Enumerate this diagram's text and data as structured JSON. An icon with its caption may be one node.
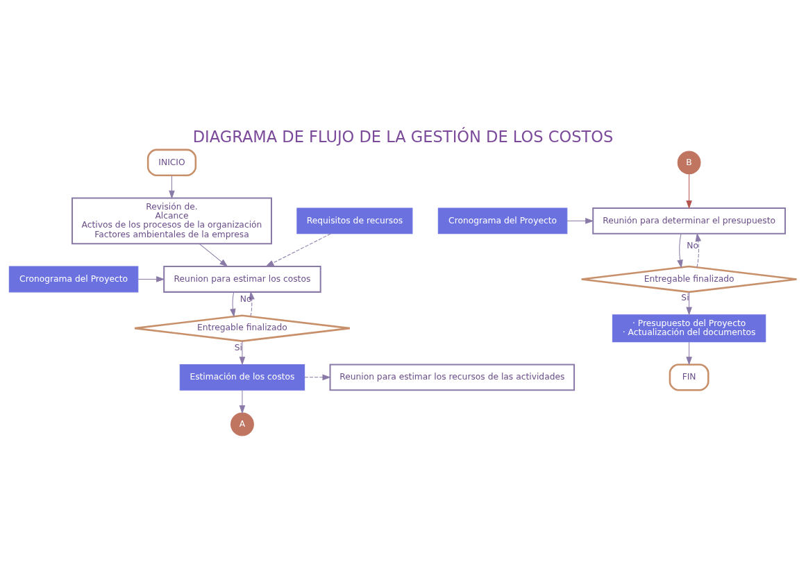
{
  "diagram": {
    "title": "DIAGRAMA DE FLUJO DE LA GESTIÓN DE LOS COSTOS",
    "nodes": [
      {
        "text": [
          "INICIO"
        ]
      },
      {
        "text": [
          "Revisión de.",
          "Alcance",
          "Activos de los procesos de la organización",
          "Factores ambientales de la empresa"
        ]
      },
      {
        "text": [
          "Cronograma del Proyecto"
        ]
      },
      {
        "text": [
          "Requisitos de recursos"
        ]
      },
      {
        "text": [
          "Reunion para estimar los costos"
        ]
      },
      {
        "text": [
          "Entregable finalizado"
        ]
      },
      {
        "text": [
          "Estimación de los costos"
        ]
      },
      {
        "text": [
          "Reunion para estimar los recursos de las actividades"
        ]
      },
      {
        "text": [
          "A"
        ]
      },
      {
        "text": [
          "B"
        ]
      },
      {
        "text": [
          "Cronograma del Proyecto"
        ]
      },
      {
        "text": [
          "Reunión para determinar el presupuesto"
        ]
      },
      {
        "text": [
          "Entregable finalizado"
        ]
      },
      {
        "text": [
          "· Presupuesto del Proyecto",
          "· Actualización del documentos"
        ]
      },
      {
        "text": [
          "FIN"
        ]
      }
    ],
    "edges": [
      {
        "from": 0,
        "to": 1,
        "arrow": "to"
      },
      {
        "from": 1,
        "to": 4,
        "arrow": "to"
      },
      {
        "from": 2,
        "to": 4,
        "arrow": "to"
      },
      {
        "from": 3,
        "to": 4,
        "arrow": "to",
        "style": "dashed"
      },
      {
        "from": 4,
        "to": 5,
        "arrow": "to"
      },
      {
        "from": 5,
        "to": 4,
        "arrow": "to",
        "label": "No",
        "style": "dashed"
      },
      {
        "from": 5,
        "to": 6,
        "arrow": "to",
        "label": "Si"
      },
      {
        "from": 6,
        "to": 7,
        "arrow": "to",
        "style": "dashed"
      },
      {
        "from": 6,
        "to": 8,
        "arrow": "to"
      },
      {
        "from": 9,
        "to": 11,
        "arrow": "to",
        "color": "#b5554f"
      },
      {
        "from": 10,
        "to": 11,
        "arrow": "to"
      },
      {
        "from": 11,
        "to": 12,
        "arrow": "to"
      },
      {
        "from": 12,
        "to": 11,
        "arrow": "to",
        "label": "No",
        "style": "dashed"
      },
      {
        "from": 12,
        "to": 13,
        "arrow": "to",
        "label": "Si"
      },
      {
        "from": 13,
        "to": 14,
        "arrow": "to"
      }
    ]
  }
}
